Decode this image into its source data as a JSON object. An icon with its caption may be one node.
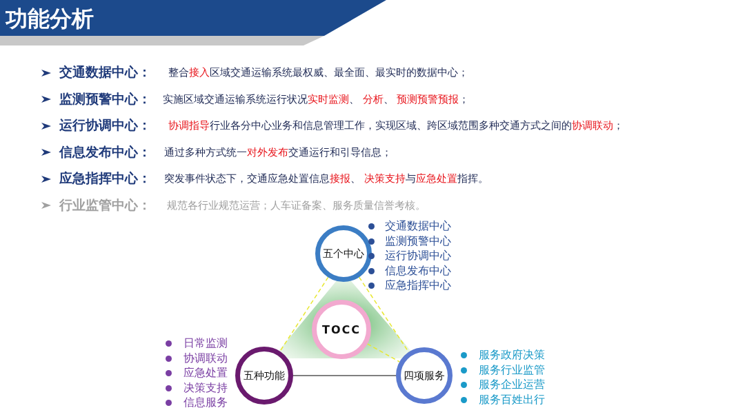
{
  "diagram": {
    "title": "功能分析",
    "nodes": [
      {
        "text": [
          "五个中心"
        ],
        "beside": [
          "交通数据中心",
          "监测预警中心",
          "运行协调中心",
          "信息发布中心",
          "应急指挥中心"
        ]
      },
      {
        "text": [
          "TOCC"
        ]
      },
      {
        "text": [
          "五种功能"
        ],
        "beside": [
          "日常监测",
          "协调联动",
          "应急处置",
          "决策支持",
          "信息服务"
        ]
      },
      {
        "text": [
          "四项服务"
        ],
        "beside": [
          "服务政府决策",
          "服务行业监管",
          "服务企业运营",
          "服务百姓出行"
        ]
      }
    ],
    "edges": [
      {
        "from": 0,
        "to": 2,
        "arrow": "none",
        "style": "dashed",
        "color": "#e8e830"
      },
      {
        "from": 0,
        "to": 3,
        "arrow": "none",
        "style": "dashed",
        "color": "#e8e830"
      },
      {
        "from": 1,
        "to": 3,
        "arrow": "none",
        "style": "dashed",
        "color": "#e8e830"
      },
      {
        "from": 2,
        "to": 3,
        "arrow": "none",
        "color": "#555555"
      }
    ],
    "labels": [
      "交通数据中心：",
      "整合**接入**区域交通运输系统最权威、最全面、最实时的数据中心；",
      "监测预警中心：",
      "实施区域交通运输系统运行状况**实时监测**、 **分析**、 **预测预警预报**；",
      "运行协调中心：",
      "**协调指导**行业各分中心业务和信息管理工作，实现区域、跨区域范围多种交通方式之间的**协调联动**；",
      "信息发布中心：",
      "通过多种方式统一**对外发布**交通运行和引导信息；",
      "应急指挥中心：",
      "突发事件状态下，交通应急处置信息**接报**、 **决策支持**与**应急处置**指挥。",
      "行业监管中心：",
      "规范各行业规范运营；人车证备案、服务质量信誉考核。"
    ]
  }
}
